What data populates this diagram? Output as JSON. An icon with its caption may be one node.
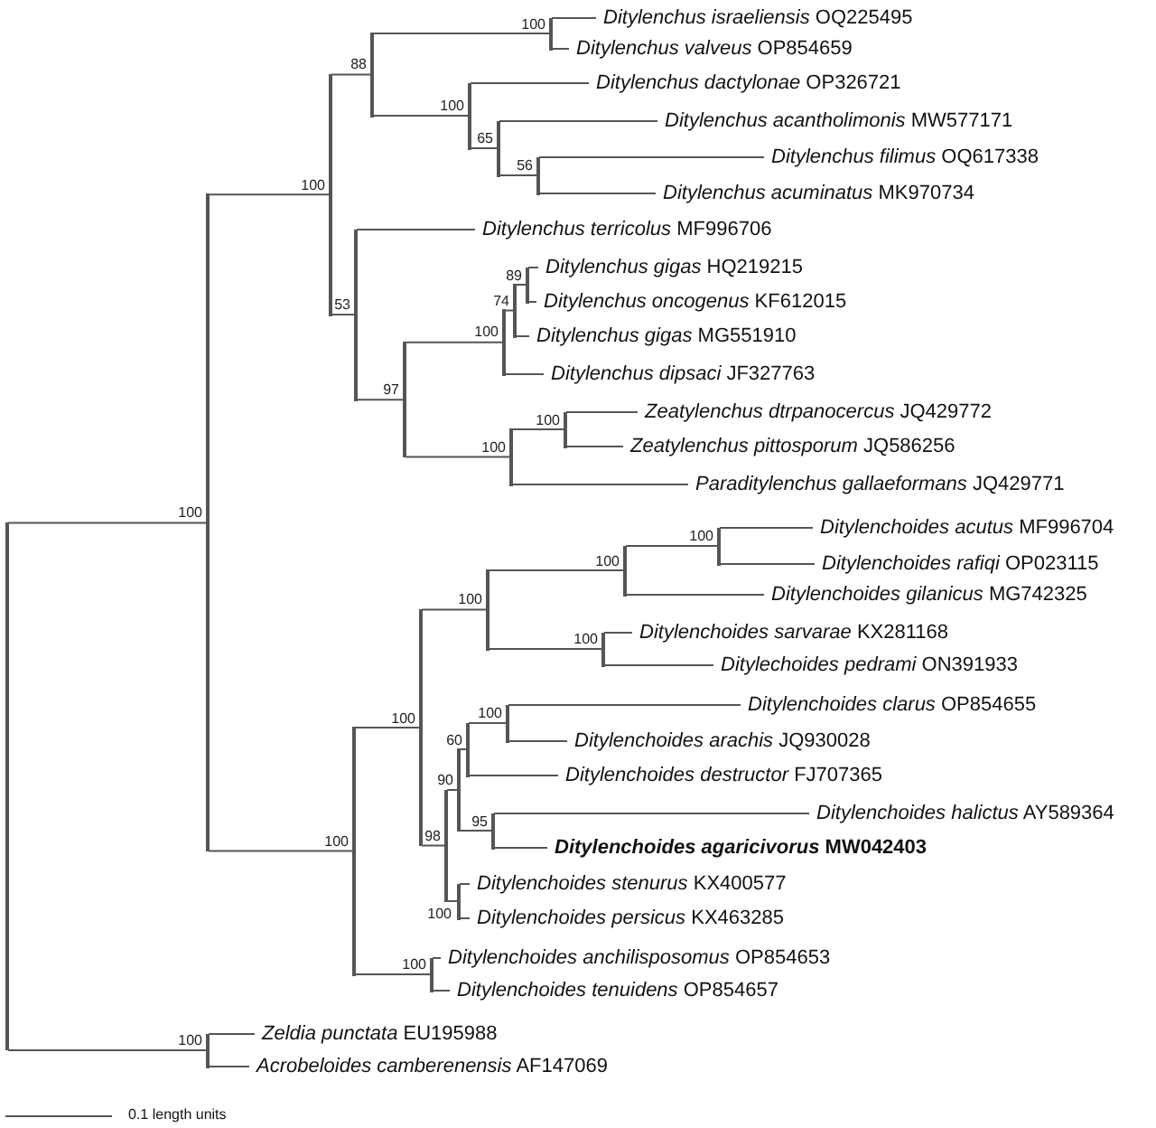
{
  "diagram": {
    "nodes": [
      {
        "text": [
          "*Ditylenchus israeliensis* OQ225495"
        ]
      },
      {
        "text": [
          "*Ditylenchus valveus* OP854659"
        ]
      },
      {
        "text": [
          "*Ditylenchus dactylonae* OP326721"
        ]
      },
      {
        "text": [
          "*Ditylenchus acantholimonis* MW577171"
        ]
      },
      {
        "text": [
          "*Ditylenchus filimus* OQ617338"
        ]
      },
      {
        "text": [
          "*Ditylenchus acuminatus* MK970734"
        ]
      },
      {
        "text": [
          "*Ditylenchus terricolus* MF996706"
        ]
      },
      {
        "text": [
          "*Ditylenchus gigas* HQ219215"
        ]
      },
      {
        "text": [
          "*Ditylenchus oncogenus* KF612015"
        ]
      },
      {
        "text": [
          "*Ditylenchus gigas* MG551910"
        ]
      },
      {
        "text": [
          "*Ditylenchus dipsaci* JF327763"
        ]
      },
      {
        "text": [
          "*Zeatylenchus dtrpanocercus* JQ429772"
        ]
      },
      {
        "text": [
          "*Zeatylenchus pittosporum* JQ586256"
        ]
      },
      {
        "text": [
          "*Paraditylenchus gallaeformans* JQ429771"
        ]
      },
      {
        "text": [
          "*Ditylenchoides acutus* MF996704"
        ]
      },
      {
        "text": [
          "*Ditylenchoides rafiqi* OP023115"
        ]
      },
      {
        "text": [
          "*Ditylenchoides gilanicus* MG742325"
        ]
      },
      {
        "text": [
          "*Ditylenchoides sarvarae* KX281168"
        ]
      },
      {
        "text": [
          "*Ditylechoides pedrami* ON391933"
        ]
      },
      {
        "text": [
          "*Ditylenchoides clarus* OP854655"
        ]
      },
      {
        "text": [
          "*Ditylenchoides arachis* JQ930028"
        ]
      },
      {
        "text": [
          "*Ditylenchoides destructor* FJ707365"
        ]
      },
      {
        "text": [
          "*Ditylenchoides halictus* AY589364"
        ]
      },
      {
        "text": [
          "*Ditylenchoides agaricivorus* MW042403"
        ]
      },
      {
        "text": [
          "*Ditylenchoides stenurus* KX400577"
        ]
      },
      {
        "text": [
          "*Ditylenchoides persicus* KX463285"
        ]
      },
      {
        "text": [
          "*Ditylenchoides anchilisposomus* OP854653"
        ]
      },
      {
        "text": [
          "*Ditylenchoides tenuidens* OP854657"
        ]
      },
      {
        "text": [
          "*Zeldia punctata* EU195988"
        ]
      },
      {
        "text": [
          "*Acrobeloides camberenensis* AF147069"
        ]
      },
      {
        "text": [],
        "shape": "point"
      },
      {
        "text": [],
        "shape": "point",
        "beside": [
          "100"
        ]
      },
      {
        "text": [],
        "shape": "point",
        "beside": [
          "100"
        ]
      },
      {
        "text": [],
        "shape": "point",
        "beside": [
          "88"
        ]
      },
      {
        "text": [],
        "shape": "point",
        "beside": [
          "100"
        ]
      },
      {
        "text": [],
        "shape": "point",
        "beside": [
          "100"
        ]
      },
      {
        "text": [],
        "shape": "point",
        "beside": [
          "65"
        ]
      },
      {
        "text": [],
        "shape": "point",
        "beside": [
          "56"
        ]
      },
      {
        "text": [],
        "shape": "point",
        "beside": [
          "53"
        ]
      },
      {
        "text": [],
        "shape": "point",
        "beside": [
          "97"
        ]
      },
      {
        "text": [],
        "shape": "point",
        "beside": [
          "100"
        ]
      },
      {
        "text": [],
        "shape": "point",
        "beside": [
          "74"
        ]
      },
      {
        "text": [],
        "shape": "point",
        "beside": [
          "89"
        ]
      },
      {
        "text": [],
        "shape": "point",
        "beside": [
          "100"
        ]
      },
      {
        "text": [],
        "shape": "point",
        "beside": [
          "100"
        ]
      },
      {
        "text": [],
        "shape": "point",
        "beside": [
          "100"
        ]
      },
      {
        "text": [],
        "shape": "point",
        "beside": [
          "100"
        ]
      },
      {
        "text": [],
        "shape": "point",
        "beside": [
          "100"
        ]
      },
      {
        "text": [],
        "shape": "point",
        "beside": [
          "100"
        ]
      },
      {
        "text": [],
        "shape": "point",
        "beside": [
          "100"
        ]
      },
      {
        "text": [],
        "shape": "point",
        "beside": [
          "100"
        ]
      },
      {
        "text": [],
        "shape": "point",
        "beside": [
          "98"
        ]
      },
      {
        "text": [],
        "shape": "point",
        "beside": [
          "90"
        ]
      },
      {
        "text": [],
        "shape": "point",
        "beside": [
          "60"
        ]
      },
      {
        "text": [],
        "shape": "point",
        "beside": [
          "100"
        ]
      },
      {
        "text": [],
        "shape": "point",
        "beside": [
          "95"
        ]
      },
      {
        "text": [],
        "shape": "point",
        "beside": [
          "100"
        ]
      },
      {
        "text": [],
        "shape": "point",
        "beside": [
          "100"
        ]
      },
      {
        "text": [],
        "shape": "point",
        "beside": [
          "100"
        ]
      }
    ],
    "edges": [
      {
        "from": 30,
        "to": 31,
        "arrow": "none"
      },
      {
        "from": 30,
        "to": 58,
        "arrow": "none"
      },
      {
        "from": 31,
        "to": 32,
        "arrow": "none"
      },
      {
        "from": 31,
        "to": 45,
        "arrow": "none"
      },
      {
        "from": 32,
        "to": 33,
        "arrow": "none"
      },
      {
        "from": 32,
        "to": 38,
        "arrow": "none"
      },
      {
        "from": 33,
        "to": 34,
        "arrow": "none"
      },
      {
        "from": 33,
        "to": 35,
        "arrow": "none"
      },
      {
        "from": 34,
        "to": 0,
        "arrow": "none"
      },
      {
        "from": 34,
        "to": 1,
        "arrow": "none"
      },
      {
        "from": 35,
        "to": 2,
        "arrow": "none"
      },
      {
        "from": 35,
        "to": 36,
        "arrow": "none"
      },
      {
        "from": 36,
        "to": 3,
        "arrow": "none"
      },
      {
        "from": 36,
        "to": 37,
        "arrow": "none"
      },
      {
        "from": 37,
        "to": 4,
        "arrow": "none"
      },
      {
        "from": 37,
        "to": 5,
        "arrow": "none"
      },
      {
        "from": 38,
        "to": 6,
        "arrow": "none"
      },
      {
        "from": 38,
        "to": 39,
        "arrow": "none"
      },
      {
        "from": 39,
        "to": 40,
        "arrow": "none"
      },
      {
        "from": 39,
        "to": 43,
        "arrow": "none"
      },
      {
        "from": 40,
        "to": 41,
        "arrow": "none"
      },
      {
        "from": 40,
        "to": 10,
        "arrow": "none"
      },
      {
        "from": 41,
        "to": 42,
        "arrow": "none"
      },
      {
        "from": 41,
        "to": 9,
        "arrow": "none"
      },
      {
        "from": 42,
        "to": 7,
        "arrow": "none"
      },
      {
        "from": 42,
        "to": 8,
        "arrow": "none"
      },
      {
        "from": 43,
        "to": 44,
        "arrow": "none"
      },
      {
        "from": 43,
        "to": 13,
        "arrow": "none"
      },
      {
        "from": 44,
        "to": 11,
        "arrow": "none"
      },
      {
        "from": 44,
        "to": 12,
        "arrow": "none"
      },
      {
        "from": 45,
        "to": 46,
        "arrow": "none"
      },
      {
        "from": 45,
        "to": 57,
        "arrow": "none"
      },
      {
        "from": 46,
        "to": 47,
        "arrow": "none"
      },
      {
        "from": 46,
        "to": 51,
        "arrow": "none"
      },
      {
        "from": 47,
        "to": 48,
        "arrow": "none"
      },
      {
        "from": 47,
        "to": 50,
        "arrow": "none"
      },
      {
        "from": 48,
        "to": 49,
        "arrow": "none"
      },
      {
        "from": 48,
        "to": 16,
        "arrow": "none"
      },
      {
        "from": 49,
        "to": 14,
        "arrow": "none"
      },
      {
        "from": 49,
        "to": 15,
        "arrow": "none"
      },
      {
        "from": 50,
        "to": 17,
        "arrow": "none"
      },
      {
        "from": 50,
        "to": 18,
        "arrow": "none"
      },
      {
        "from": 51,
        "to": 52,
        "arrow": "none"
      },
      {
        "from": 51,
        "to": 56,
        "arrow": "none"
      },
      {
        "from": 52,
        "to": 53,
        "arrow": "none"
      },
      {
        "from": 52,
        "to": 55,
        "arrow": "none"
      },
      {
        "from": 53,
        "to": 54,
        "arrow": "none"
      },
      {
        "from": 53,
        "to": 21,
        "arrow": "none"
      },
      {
        "from": 54,
        "to": 19,
        "arrow": "none"
      },
      {
        "from": 54,
        "to": 20,
        "arrow": "none"
      },
      {
        "from": 55,
        "to": 22,
        "arrow": "none"
      },
      {
        "from": 55,
        "to": 23,
        "arrow": "none"
      },
      {
        "from": 56,
        "to": 24,
        "arrow": "none"
      },
      {
        "from": 56,
        "to": 25,
        "arrow": "none"
      },
      {
        "from": 57,
        "to": 26,
        "arrow": "none"
      },
      {
        "from": 57,
        "to": 27,
        "arrow": "none"
      },
      {
        "from": 58,
        "to": 28,
        "arrow": "none"
      },
      {
        "from": 58,
        "to": 29,
        "arrow": "none"
      }
    ],
    "labels": [
      "0.1 length units"
    ]
  }
}
